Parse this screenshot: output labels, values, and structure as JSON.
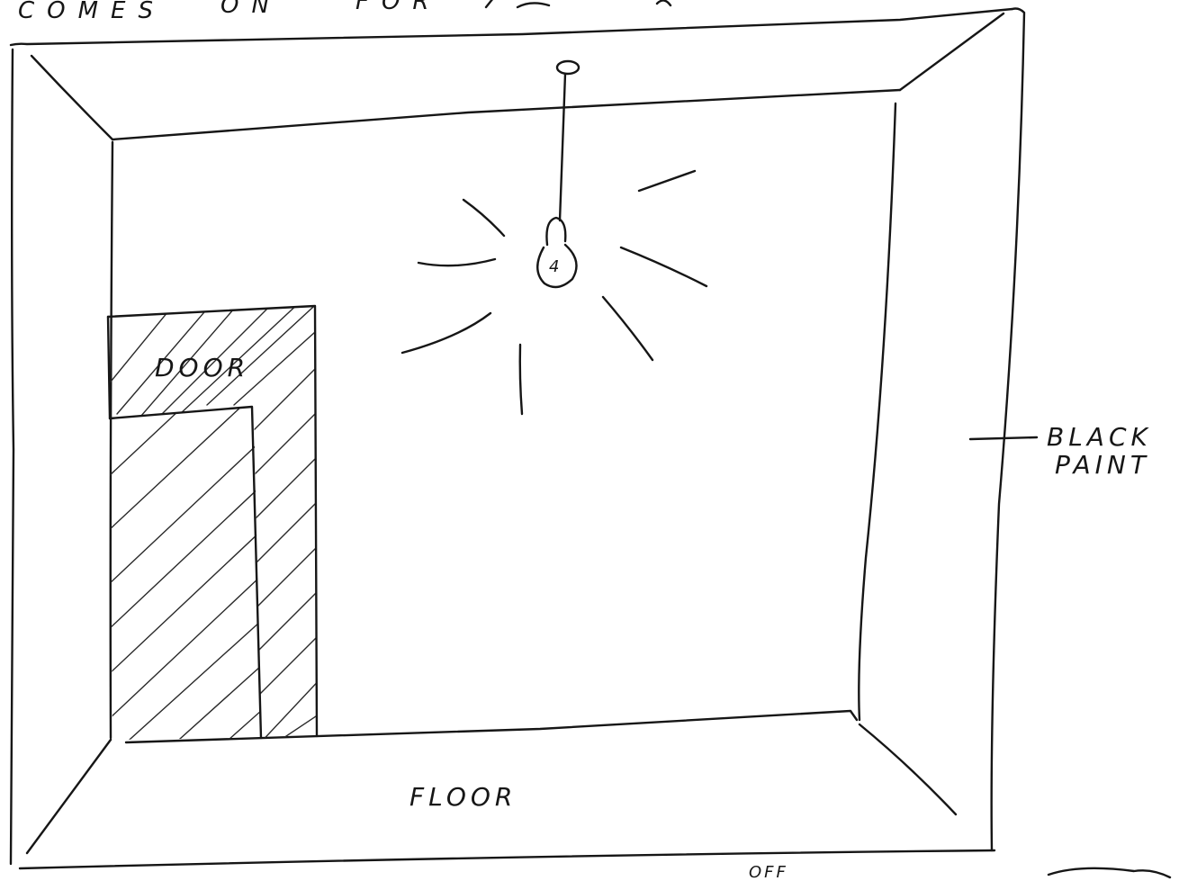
{
  "sketch": {
    "top_caption_words": [
      "COMES",
      "ON"
    ],
    "top_caption_partial_word": "FOR",
    "bulb_mark": "4",
    "labels": {
      "door": "DOOR",
      "floor": "FLOOR",
      "side_note_line1": "BLACK",
      "side_note_line2": "PAINT",
      "bottom_note": "OFF"
    }
  },
  "colors": {
    "ink": "#161616",
    "paper": "#ffffff"
  }
}
